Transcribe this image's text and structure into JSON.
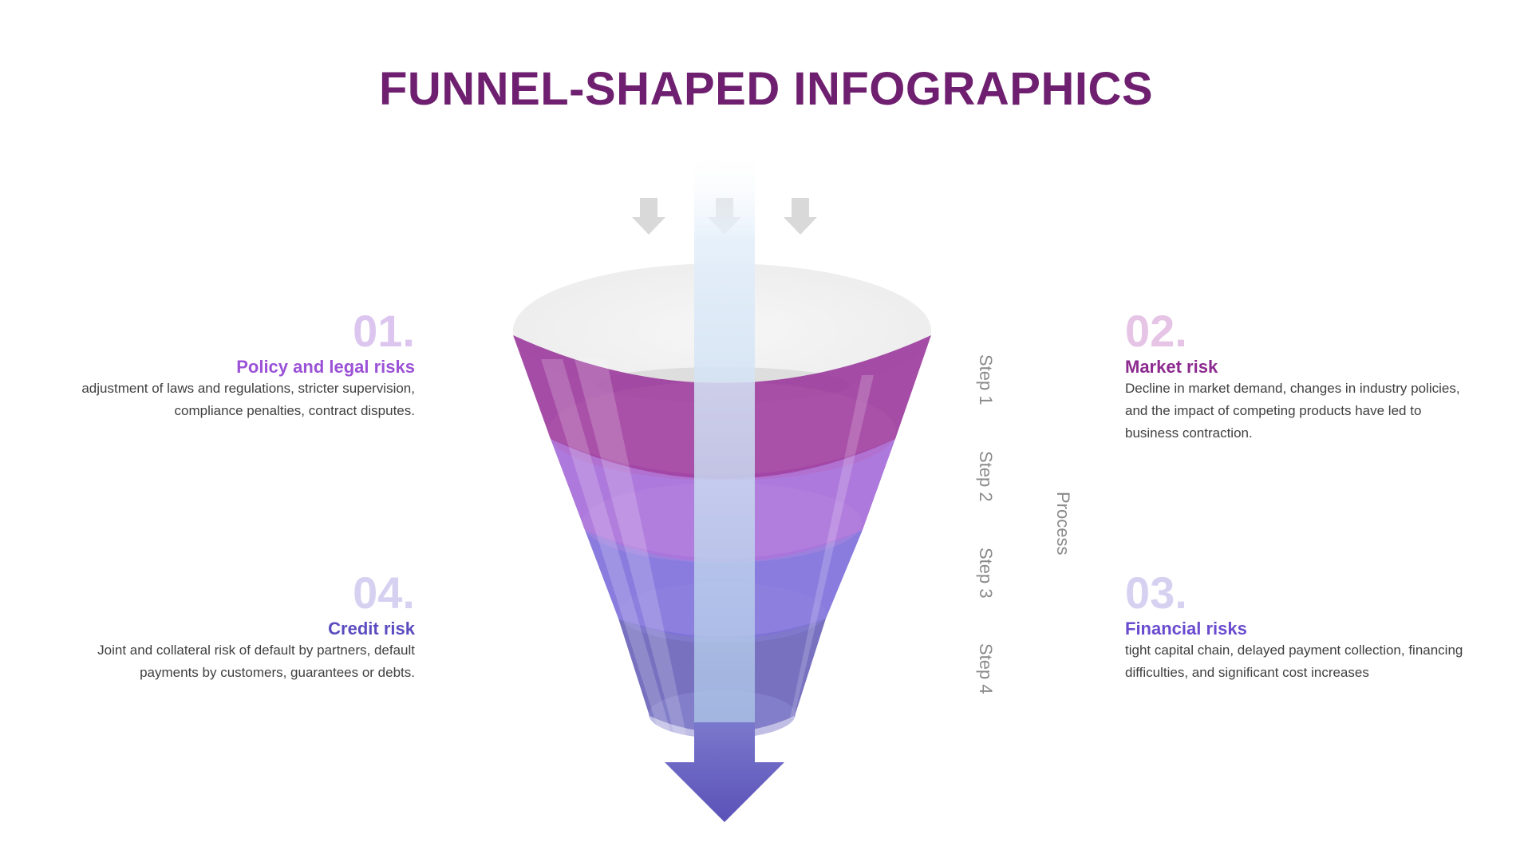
{
  "title": "FUNNEL-SHAPED INFOGRAPHICS",
  "items": [
    {
      "number": "01.",
      "heading": "Policy and legal risks",
      "description": "adjustment of laws and regulations, stricter supervision, compliance penalties, contract disputes.",
      "num_color": "#dcc6ef",
      "heading_color": "#9b52d6"
    },
    {
      "number": "02.",
      "heading": "Market risk",
      "description": "Decline in market demand, changes in industry policies, and the impact of competing products have led to business contraction.",
      "num_color": "#e5c4e5",
      "heading_color": "#8c2a8f"
    },
    {
      "number": "03.",
      "heading": "Financial risks",
      "description": "tight capital chain, delayed payment collection, financing difficulties, and significant cost increases",
      "num_color": "#d6d1f1",
      "heading_color": "#6a4bcf"
    },
    {
      "number": "04.",
      "heading": "Credit risk",
      "description": "Joint and collateral risk of default by partners, default payments by customers, guarantees or debts.",
      "num_color": "#d6d1f1",
      "heading_color": "#5b4cc0"
    }
  ],
  "steps": [
    "Step 1",
    "Step 2",
    "Step 3",
    "Step 4"
  ],
  "process_label": "Process",
  "colors": {
    "title": "#6e1f6f",
    "layer1": "#9b3a9c",
    "layer2": "#a56ad8",
    "layer3": "#7565d8",
    "layer4": "#5f58b5",
    "arrow": "#6c63c4",
    "small_arrows": "#d9d9d9"
  }
}
